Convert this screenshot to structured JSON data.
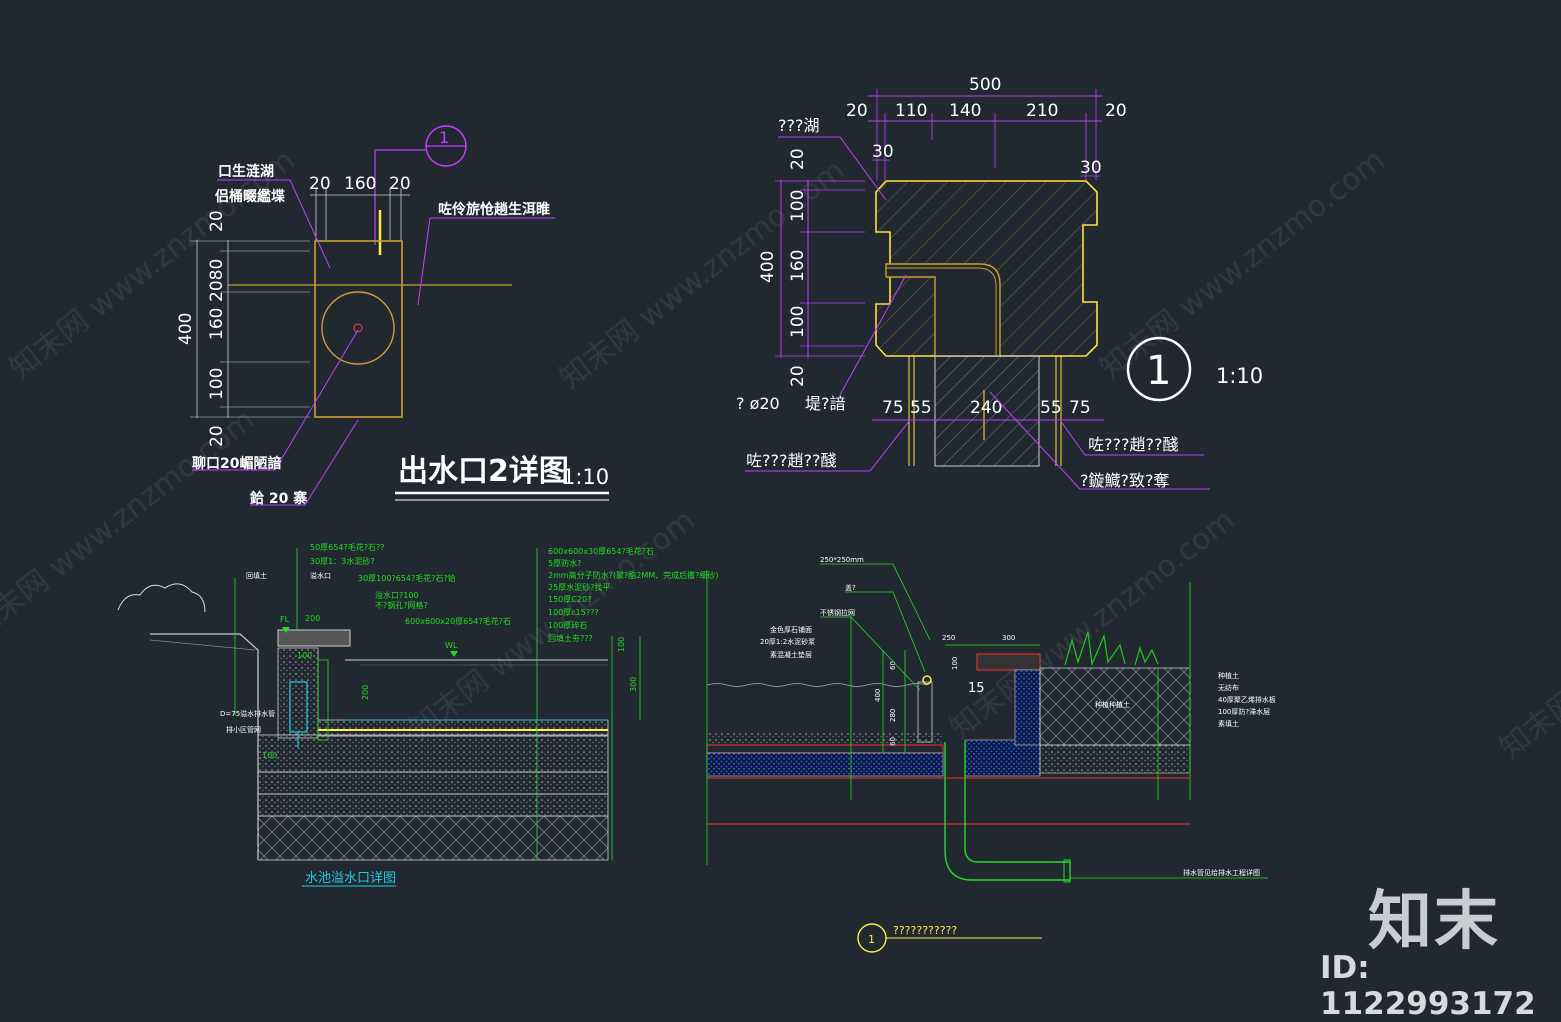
{
  "watermark": {
    "text": "知末网 www.znzmo.com"
  },
  "brand": {
    "logo": "知末",
    "id": "ID: 1122993172"
  },
  "detail_outlet2": {
    "title": "出水口2详图",
    "scale": "1:10",
    "callout": "1",
    "dims_top": [
      "20",
      "160",
      "20"
    ],
    "dims_left_total": "400",
    "dims_left": [
      "20",
      "2080",
      "160",
      "100",
      "20"
    ],
    "labels": [
      "口生涟湖",
      "侣桶畷繿堞",
      "咗伶旂怆趟生洱睢",
      "聊口20嵋陋諳",
      "鉿 20 寨"
    ]
  },
  "section_1": {
    "dims_top_total": "500",
    "dims_top": [
      "20",
      "110",
      "140",
      "210",
      "20"
    ],
    "dims_30_left": "30",
    "dims_30_right": "30",
    "dims_left_total": "400",
    "dims_left": [
      "20",
      "100",
      "160",
      "100",
      "20"
    ],
    "dims_bottom": [
      "75",
      "55",
      "240",
      "55",
      "75"
    ],
    "labels": [
      "???湖",
      "? ø20",
      "堤?諳",
      "咗???趙??醆",
      "咗???趙??醆",
      "?鏇鱵?致?奪"
    ],
    "callout": "1",
    "scale": "1:10"
  },
  "pool_overflow": {
    "title": "水池溢水口详图",
    "labels_left": [
      "回填土",
      "D=75溢水排水管",
      "排小区管网",
      "FL",
      "200",
      "100",
      "100",
      "WL",
      "200",
      "100",
      "300"
    ],
    "notes_mid": [
      "50厚654?毛花?石??",
      "30厚1：3水泥砂?",
      "溢水口",
      "30厚100?654?毛花?石?铪",
      "溢水口?100",
      "不?钢孔?网格?",
      "600x600x20厚654?毛花?石"
    ],
    "notes_right": [
      "600x600x30厚654?毛花?石",
      "5厚防水?",
      "2mm高分子防水?(聚?酯2MM、完成后撒?细砂)",
      "25厚水泥砂?找平",
      "150厚C20?",
      "100厚c15???",
      "100厚碎石",
      "回填土夯???"
    ]
  },
  "planter_section": {
    "labels_left": [
      "250*250mm",
      "盖?",
      "不锈钢拉网",
      "金色厚石铺面",
      "20厚1:2水泥砂浆",
      "素混凝土垫层"
    ],
    "dims": [
      "250",
      "300",
      "100",
      "400",
      "280",
      "60",
      "60",
      "15"
    ],
    "labels_right": [
      "种植土",
      "无纺布",
      "40厚聚乙烯排水板",
      "100厚防?滞水层",
      "素填土"
    ],
    "planting_soil": "种植种植土",
    "drain_note": "排水管见给排水工程详图",
    "callout": "1",
    "caption": "???????????"
  }
}
